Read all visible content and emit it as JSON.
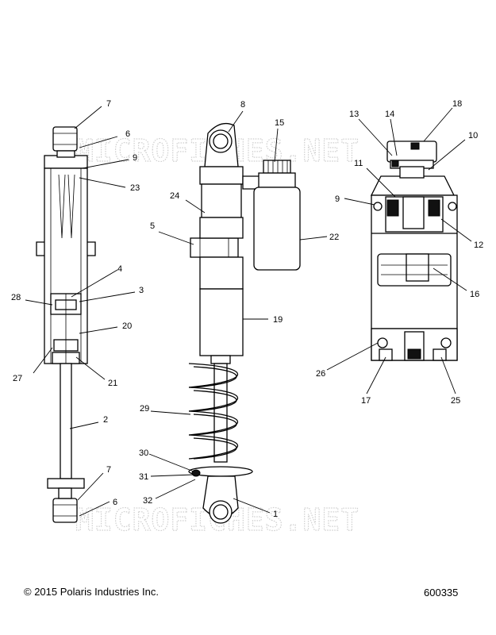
{
  "copyright": "© 2015 Polaris Industries Inc.",
  "diagram_number": "600335",
  "watermark": "MICROFICHES.NET",
  "callouts": {
    "left_7_top": "7",
    "left_6_top": "6",
    "left_9": "9",
    "left_23": "23",
    "left_4": "4",
    "left_3": "3",
    "left_28": "28",
    "left_20": "20",
    "left_27": "27",
    "left_21": "21",
    "left_2": "2",
    "left_7_bottom": "7",
    "left_6_bottom": "6",
    "mid_8": "8",
    "mid_15": "15",
    "mid_24": "24",
    "mid_5": "5",
    "mid_22": "22",
    "mid_19": "19",
    "mid_29": "29",
    "mid_30": "30",
    "mid_31": "31",
    "mid_32": "32",
    "mid_1": "1",
    "right_13": "13",
    "right_14": "14",
    "right_18": "18",
    "right_10": "10",
    "right_11": "11",
    "right_9": "9",
    "right_12": "12",
    "right_16": "16",
    "right_26": "26",
    "right_17": "17",
    "right_25": "25"
  }
}
